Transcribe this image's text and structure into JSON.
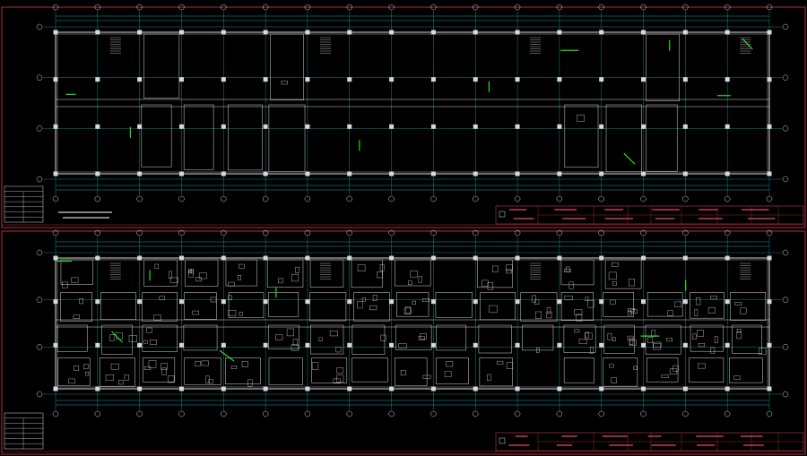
{
  "drawing": {
    "sheets": [
      {
        "id": "upper-floor-plan",
        "axis_count": 18,
        "row_axis_count": 4
      },
      {
        "id": "lower-floor-plan",
        "axis_count": 18,
        "row_axis_count": 4
      }
    ],
    "colors": {
      "background": "#000000",
      "sheet_border": "#b03040",
      "grid_axis": "#1fa3a8",
      "walls": "#d8d8d8",
      "accent_green": "#22dd22",
      "title_block": "#9a2a3a",
      "annotation": "#d04060"
    }
  }
}
